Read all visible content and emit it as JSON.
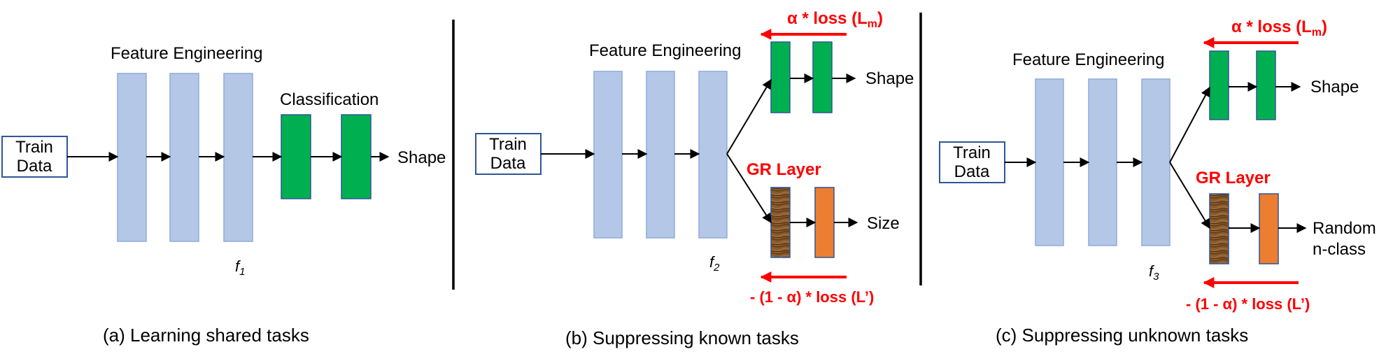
{
  "panel_a": {
    "input_line1": "Train",
    "input_line2": "Data",
    "feature_label": "Feature Engineering",
    "classification_label": "Classification",
    "output_label": "Shape",
    "function_label": "f",
    "function_subscript": "1",
    "caption": "(a) Learning shared tasks"
  },
  "panel_b": {
    "input_line1": "Train",
    "input_line2": "Data",
    "feature_label": "Feature Engineering",
    "top_loss_main": "α * loss (L",
    "top_loss_sub": "m",
    "top_loss_close": ")",
    "top_output": "Shape",
    "gr_label": "GR Layer",
    "bottom_output": "Size",
    "bottom_loss": "- (1 - α) * loss (L’)",
    "function_label": "f",
    "function_subscript": "2",
    "caption": "(b) Suppressing known tasks"
  },
  "panel_c": {
    "input_line1": "Train",
    "input_line2": "Data",
    "feature_label": "Feature Engineering",
    "top_loss_main": "α * loss (L",
    "top_loss_sub": "m",
    "top_loss_close": ")",
    "top_output": "Shape",
    "gr_label": "GR Layer",
    "bottom_output_line1": "Random",
    "bottom_output_line2": "n-class",
    "bottom_loss": "- (1 - α) * loss  (L’)",
    "function_label": "f",
    "function_subscript": "3",
    "caption": "(c) Suppressing unknown tasks"
  },
  "colors": {
    "feature_block": "#b4c7e7",
    "classifier_block": "#00b050",
    "adversary_block": "#ed7d31",
    "loss_text": "#ff0000"
  }
}
